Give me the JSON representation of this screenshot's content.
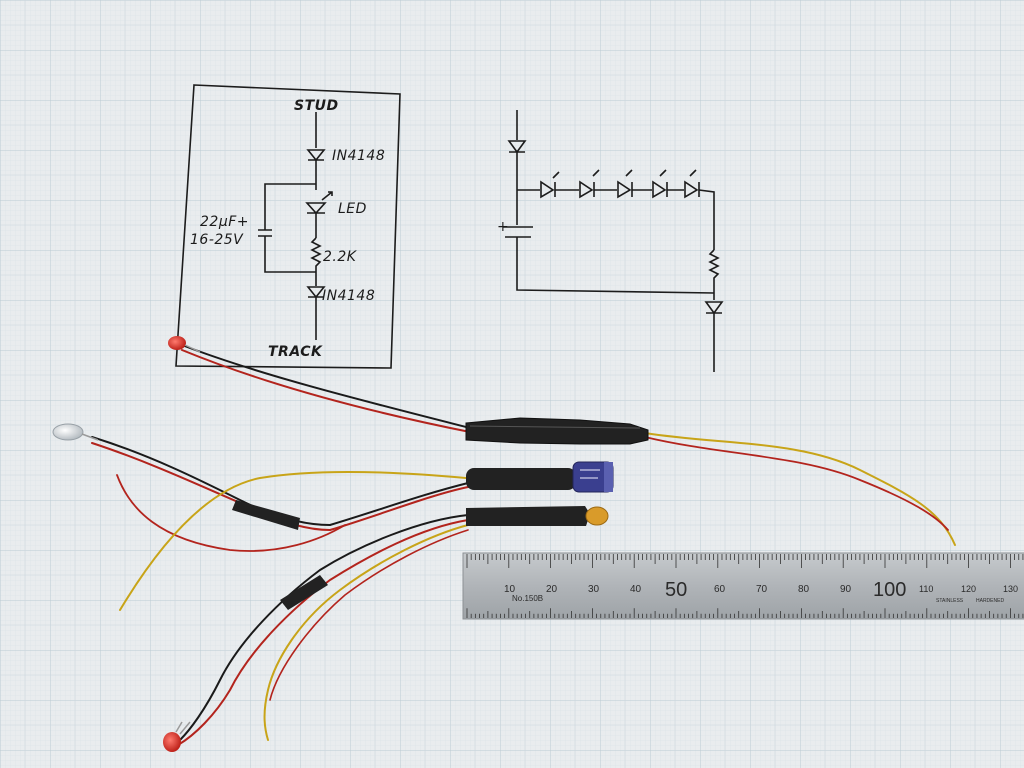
{
  "schematic_left": {
    "top_label": "STUD",
    "diode1": "IN4148",
    "led": "LED",
    "cap_value": "22μF+",
    "cap_voltage": "16-25V",
    "resistor": "2.2K",
    "diode2": "IN4148",
    "bottom_label": "TRACK"
  },
  "ruler": {
    "model": "No.150B",
    "small_ticks": [
      "10",
      "20",
      "30",
      "40",
      "60",
      "70",
      "80",
      "90",
      "110",
      "120",
      "130"
    ],
    "big_ticks": [
      "50",
      "100"
    ],
    "text_stainless": "STAINLESS",
    "text_hardened": "HARDENED"
  },
  "colors": {
    "paper": "#e9ecee",
    "grid_fine": "#d3dde3",
    "grid_major": "#b9cad4",
    "ink": "#1c1c1c",
    "wire_red": "#b3241d",
    "wire_black": "#1a1a1a",
    "wire_yellow": "#c8a418",
    "heatshrink": "#222222",
    "capacitor": "#3a3f8f",
    "tantalum": "#d99b2a",
    "led_red": "#d8251d",
    "ruler": "#b5b9bd"
  }
}
